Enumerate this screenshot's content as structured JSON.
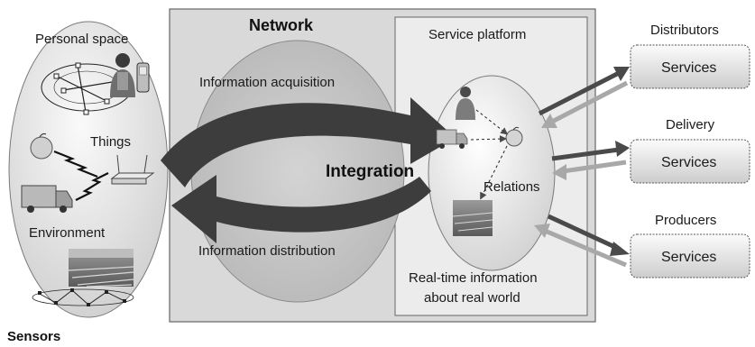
{
  "labels": {
    "personal_space": "Personal space",
    "things": "Things",
    "environment": "Environment",
    "sensors": "Sensors",
    "network": "Network",
    "info_acquisition": "Information acquisition",
    "info_distribution": "Information distribution",
    "integration": "Integration",
    "service_platform": "Service platform",
    "relations": "Relations",
    "realtime_line1": "Real-time information",
    "realtime_line2": "about real world"
  },
  "service_groups": [
    {
      "title": "Distributors",
      "box": "Services"
    },
    {
      "title": "Delivery",
      "box": "Services"
    },
    {
      "title": "Producers",
      "box": "Services"
    }
  ],
  "colors": {
    "network_box": "#d9d9d9",
    "platform_box": "#ececec",
    "big_arrow": "#3d3d3d",
    "dark_arrow": "#4a4a4a",
    "light_arrow": "#a8a8a8"
  },
  "icons": [
    "person-icon",
    "mobile-phone-icon",
    "orange-icon",
    "router-icon",
    "truck-icon",
    "field-photo-icon",
    "sensor-network-icon"
  ]
}
